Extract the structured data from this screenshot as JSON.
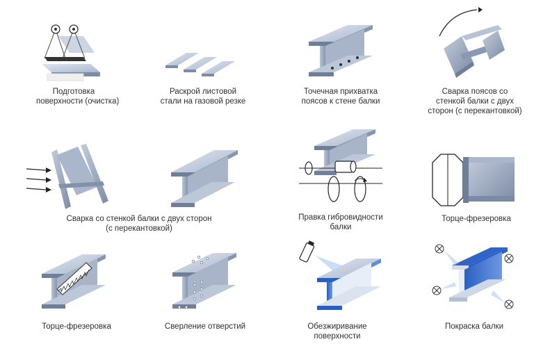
{
  "steps": [
    {
      "id": "surface-prep",
      "lines": [
        "Подготовка",
        "поверхности (очистка)"
      ]
    },
    {
      "id": "gas-cutting",
      "lines": [
        "Раскрой листовой",
        "стали на газовой резке"
      ]
    },
    {
      "id": "tack-welding",
      "lines": [
        "Точечная прихватка",
        "поясов к стене балки"
      ]
    },
    {
      "id": "flange-welding",
      "lines": [
        "Сварка поясов со",
        "стенкой балки с двух",
        "сторон (с перекантовкой)"
      ]
    },
    {
      "id": "web-welding",
      "lines": [
        "Сварка со стенкой балки с двух сторон",
        "(с перекантовкой)"
      ]
    },
    {
      "id": "straightening",
      "lines": [
        "Правка гибровидности",
        "балки"
      ]
    },
    {
      "id": "end-milling-1",
      "lines": [
        "Торце-фрезеровка"
      ]
    },
    {
      "id": "end-milling-2",
      "lines": [
        "Торце-фрезеровка"
      ]
    },
    {
      "id": "hole-drilling",
      "lines": [
        "Сверление отверстий"
      ]
    },
    {
      "id": "degreasing",
      "lines": [
        "Обезжиривание",
        "поверхности"
      ]
    },
    {
      "id": "painting",
      "lines": [
        "Покраска балки"
      ]
    }
  ],
  "colors": {
    "steel_light": "#c9d4e4",
    "steel_mid": "#9aaac2",
    "steel_dark": "#6f7f99",
    "blue": "#2f64c8",
    "text": "#2f2f2f"
  }
}
